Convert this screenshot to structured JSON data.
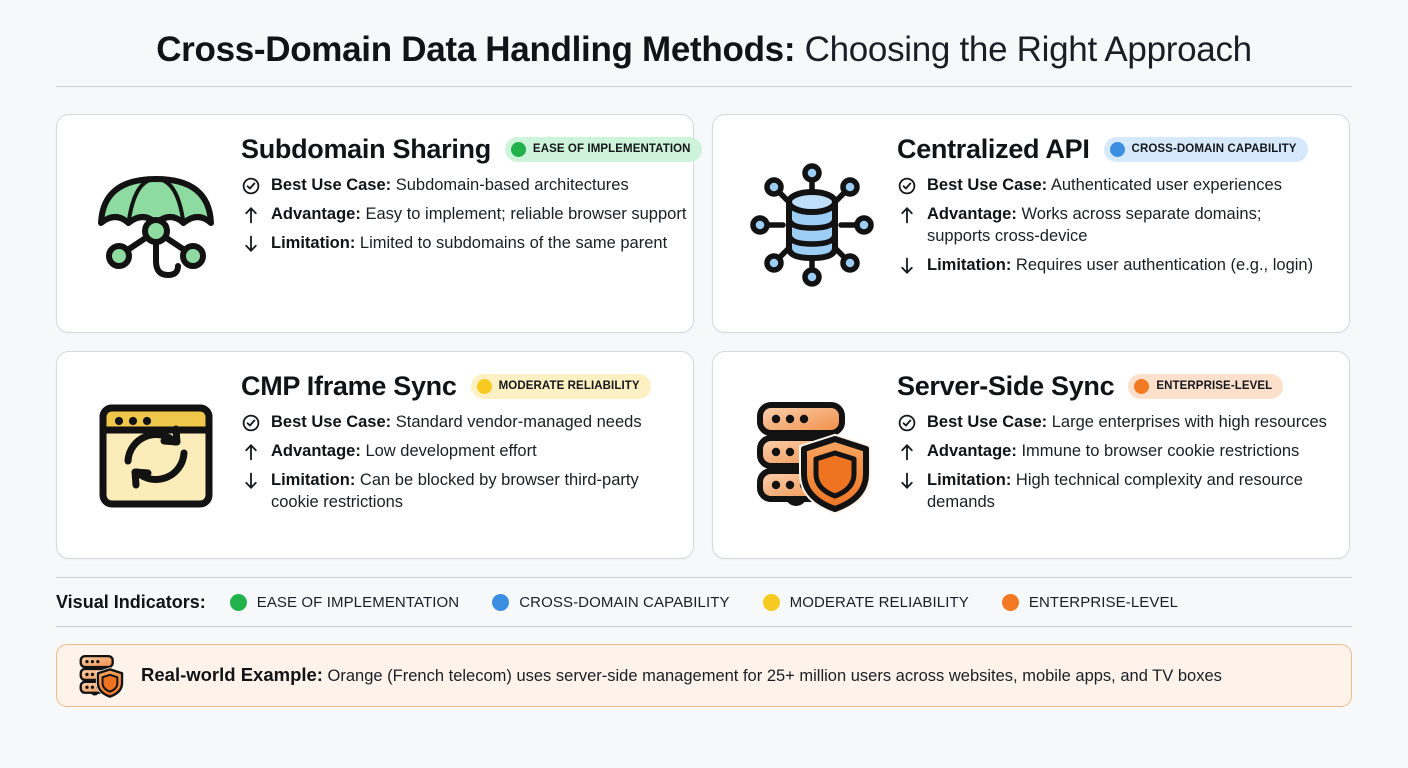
{
  "header": {
    "title_strong": "Cross-Domain Data Handling Methods:",
    "title_light": " Choosing the Right Approach"
  },
  "colors": {
    "green": "#22b24c",
    "blue": "#3b8ee0",
    "yellow": "#f6ca20",
    "orange": "#f27a22",
    "page_background": "#f6f8fa",
    "card_background": "#ffffff",
    "card_border": "#d5dae0",
    "footer_background": "#fdf3ea",
    "footer_border": "#f0bb8a"
  },
  "cards": [
    {
      "title": "Subdomain Sharing",
      "icon": "umbrella-icon",
      "badge": {
        "label": "EASE OF IMPLEMENTATION",
        "color": "green"
      },
      "features": [
        {
          "icon": "check-circle-icon",
          "label": "Best Use Case:",
          "value": " Subdomain-based architectures"
        },
        {
          "icon": "arrow-up-icon",
          "label": "Advantage:",
          "value": " Easy to implement; reliable browser support"
        },
        {
          "icon": "arrow-down-icon",
          "label": "Limitation:",
          "value": " Limited to subdomains of the same parent"
        }
      ]
    },
    {
      "title": "Centralized API",
      "icon": "database-network-icon",
      "badge": {
        "label": "CROSS-DOMAIN CAPABILITY",
        "color": "blue"
      },
      "features": [
        {
          "icon": "check-circle-icon",
          "label": "Best Use Case:",
          "value": " Authenticated user experiences"
        },
        {
          "icon": "arrow-up-icon",
          "label": "Advantage:",
          "value": " Works across separate domains; supports cross-device"
        },
        {
          "icon": "arrow-down-icon",
          "label": "Limitation:",
          "value": " Requires user authentication (e.g., login)"
        }
      ]
    },
    {
      "title": "CMP Iframe Sync",
      "icon": "browser-sync-icon",
      "badge": {
        "label": "MODERATE RELIABILITY",
        "color": "yellow"
      },
      "features": [
        {
          "icon": "check-circle-icon",
          "label": "Best Use Case:",
          "value": " Standard vendor-managed needs"
        },
        {
          "icon": "arrow-up-icon",
          "label": "Advantage:",
          "value": " Low development effort"
        },
        {
          "icon": "arrow-down-icon",
          "label": "Limitation:",
          "value": " Can be blocked by browser third-party cookie restrictions"
        }
      ]
    },
    {
      "title": "Server-Side Sync",
      "icon": "server-shield-icon",
      "badge": {
        "label": "ENTERPRISE-LEVEL",
        "color": "orange"
      },
      "features": [
        {
          "icon": "check-circle-icon",
          "label": "Best Use Case:",
          "value": " Large enterprises with high resources"
        },
        {
          "icon": "arrow-up-icon",
          "label": "Advantage:",
          "value": " Immune to browser cookie restrictions"
        },
        {
          "icon": "arrow-down-icon",
          "label": "Limitation:",
          "value": " High technical complexity and resource demands"
        }
      ]
    }
  ],
  "legend": {
    "title": "Visual Indicators:",
    "items": [
      {
        "label": "EASE OF IMPLEMENTATION",
        "color": "green"
      },
      {
        "label": "CROSS-DOMAIN CAPABILITY",
        "color": "blue"
      },
      {
        "label": "MODERATE RELIABILITY",
        "color": "yellow"
      },
      {
        "label": "ENTERPRISE-LEVEL",
        "color": "orange"
      }
    ]
  },
  "footer": {
    "icon": "server-shield-icon",
    "label": "Real-world Example:",
    "value": " Orange (French telecom) uses server-side management for 25+ million users across websites, mobile apps, and TV boxes"
  }
}
